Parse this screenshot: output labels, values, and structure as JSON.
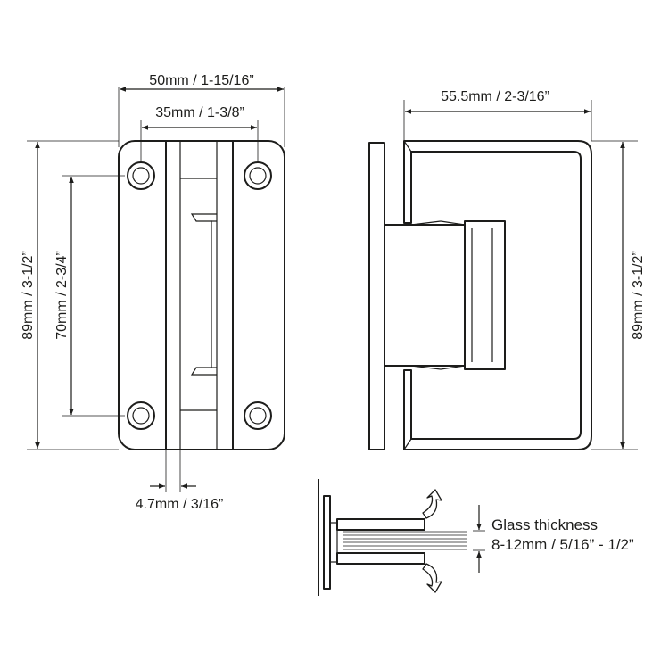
{
  "front_view": {
    "overall_width": "50mm / 1-15/16”",
    "hole_spacing_horizontal": "35mm / 1-3/8”",
    "overall_height": "89mm / 3-1/2”",
    "hole_spacing_vertical": "70mm / 2-3/4”",
    "gap_width": "4.7mm / 3/16”"
  },
  "side_view": {
    "depth": "55.5mm / 2-3/16”",
    "overall_height": "89mm / 3-1/2”"
  },
  "detail_view": {
    "glass_thickness_label": "Glass thickness",
    "glass_thickness_range": "8-12mm / 5/16” - 1/2”"
  },
  "colors": {
    "line": "#1d1d1b",
    "background": "#ffffff"
  }
}
